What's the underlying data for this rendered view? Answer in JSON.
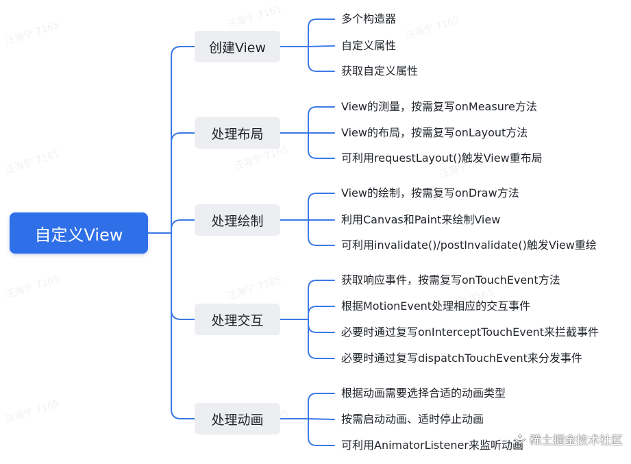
{
  "colors": {
    "root_bg": "#2f6fe8",
    "root_text": "#ffffff",
    "branch_bg": "#eceef1",
    "connector": "#3b78e7",
    "text": "#1f2329"
  },
  "root": {
    "label": "自定义View"
  },
  "branches": [
    {
      "label": "创建View",
      "leaves": [
        "多个构造器",
        "自定义属性",
        "获取自定义属性"
      ]
    },
    {
      "label": "处理布局",
      "leaves": [
        "View的测量，按需复写onMeasure方法",
        "View的布局，按需复写onLayout方法",
        "可利用requestLayout()触发View重布局"
      ]
    },
    {
      "label": "处理绘制",
      "leaves": [
        "View的绘制，按需复写onDraw方法",
        "利用Canvas和Paint来绘制View",
        "可利用invalidate()/postInvalidate()触发View重绘"
      ]
    },
    {
      "label": "处理交互",
      "leaves": [
        "获取响应事件，按需复写onTouchEvent方法",
        "根据MotionEvent处理相应的交互事件",
        "必要时通过复写onInterceptTouchEvent来拦截事件",
        "必要时通过复写dispatchTouchEvent来分发事件"
      ]
    },
    {
      "label": "处理动画",
      "leaves": [
        "根据动画需要选择合适的动画类型",
        "按需启动动画、适时停止动画",
        "可利用AnimatorListener来监听动画"
      ]
    }
  ],
  "watermark": {
    "text": "汪海宁 7165"
  },
  "brand": {
    "text": "稀土掘金技术社区",
    "icon": "juejin-logo-icon"
  }
}
